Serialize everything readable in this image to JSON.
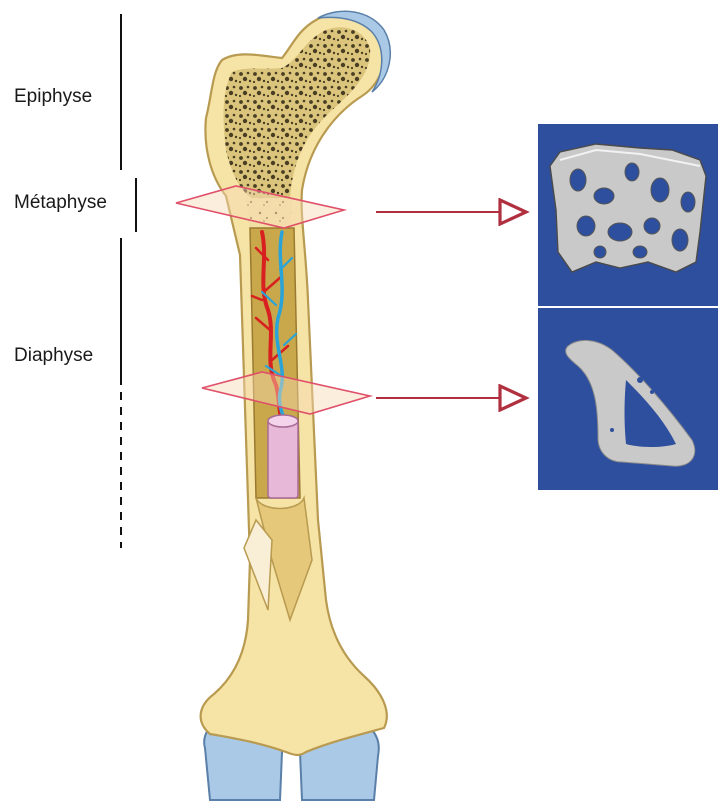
{
  "labels": {
    "epiphyse": "Epiphyse",
    "metaphyse": "Métaphyse",
    "diaphyse": "Diaphyse"
  },
  "colors": {
    "bone": "#f6e3a6",
    "bone_outline": "#b89a50",
    "cartilage": "#a9c9e6",
    "pore": "#3a3018",
    "artery": "#d92020",
    "vein": "#2aa3d8",
    "marrow": "#e8b8d8",
    "section_plane": "#e0506a",
    "arrow": "#b03040",
    "panel_bg": "#2e4f9e",
    "microct_gray": "#c9c9c9"
  },
  "icons": {
    "top_panel": "trabecular-bone-microct-icon",
    "bottom_panel": "cortical-bone-cross-section-icon"
  }
}
